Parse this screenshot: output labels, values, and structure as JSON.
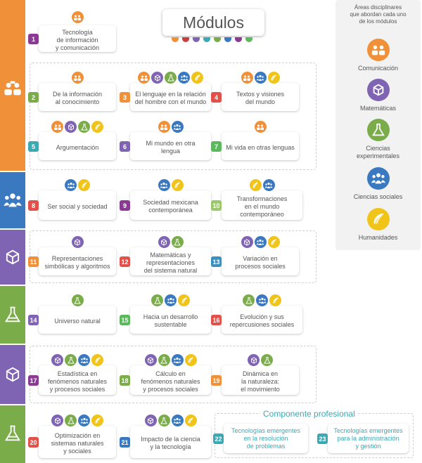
{
  "title": "Módulos",
  "colors": {
    "comunicacion": "#f0913a",
    "matematicas": "#8064b4",
    "experimentales": "#7aac4a",
    "sociales": "#3a79c0",
    "humanidades": "#f0c419",
    "profesional": "#3aa9b3",
    "tecnologia": "#8b3a94",
    "title_dots": [
      "#f0913a",
      "#c94040",
      "#8064b4",
      "#3aa9b3",
      "#7aac4a",
      "#3a79c0",
      "#8b3a94",
      "#5cb85c"
    ]
  },
  "legend": {
    "heading": "Áreas disciplinares\nque abordan cada uno\nde los módulos",
    "items": [
      {
        "key": "comunicacion",
        "label": "Comunicación",
        "icon": "people-talking-icon"
      },
      {
        "key": "matematicas",
        "label": "Matemáticas",
        "icon": "cube-icon"
      },
      {
        "key": "experimentales",
        "label": "Ciencias\nexperimentales",
        "icon": "flask-icon"
      },
      {
        "key": "sociales",
        "label": "Ciencias sociales",
        "icon": "people-group-icon"
      },
      {
        "key": "humanidades",
        "label": "Humanidades",
        "icon": "feather-icon"
      }
    ]
  },
  "profesional": {
    "title": "Componente profesional"
  },
  "modules": [
    {
      "n": "1",
      "text": "Tecnología\nde información\ny comunicación",
      "color": "#8b3a94",
      "icons": [
        "comunicacion"
      ]
    },
    {
      "n": "2",
      "text": "De la información\nal conocimiento",
      "color": "#7aac4a",
      "icons": [
        "comunicacion"
      ]
    },
    {
      "n": "3",
      "text": "El lenguaje en la relación\ndel hombre con el mundo",
      "color": "#f0913a",
      "icons": [
        "comunicacion",
        "matematicas",
        "experimentales",
        "sociales",
        "humanidades"
      ]
    },
    {
      "n": "4",
      "text": "Textos y visiones\ndel mundo",
      "color": "#e2504a",
      "icons": [
        "comunicacion",
        "sociales",
        "humanidades"
      ]
    },
    {
      "n": "5",
      "text": "Argumentación",
      "color": "#3aa9b3",
      "icons": [
        "comunicacion",
        "matematicas",
        "experimentales",
        "humanidades"
      ]
    },
    {
      "n": "6",
      "text": "Mi mundo en otra\nlengua",
      "color": "#8064b4",
      "icons": [
        "comunicacion",
        "sociales"
      ]
    },
    {
      "n": "7",
      "text": "Mi vida en otras lenguas",
      "color": "#5cb85c",
      "icons": [
        "comunicacion"
      ]
    },
    {
      "n": "8",
      "text": "Ser social y sociedad",
      "color": "#e2504a",
      "icons": [
        "sociales",
        "humanidades"
      ]
    },
    {
      "n": "9",
      "text": "Sociedad mexicana\ncontemporánea",
      "color": "#8b3a94",
      "icons": [
        "sociales",
        "humanidades"
      ]
    },
    {
      "n": "10",
      "text": "Transformaciones\nen el mundo\ncontemporáneo",
      "color": "#9ac86a",
      "icons": [
        "humanidades",
        "sociales"
      ]
    },
    {
      "n": "11",
      "text": "Representaciones\nsimbólicas y algoritmos",
      "color": "#f0913a",
      "icons": [
        "matematicas"
      ]
    },
    {
      "n": "12",
      "text": "Matemáticas y\nrepresentaciones\ndel sistema natural",
      "color": "#e2504a",
      "icons": [
        "matematicas",
        "experimentales"
      ]
    },
    {
      "n": "13",
      "text": "Variación en\nprocesos sociales",
      "color": "#3a8fc0",
      "icons": [
        "matematicas",
        "sociales",
        "humanidades"
      ]
    },
    {
      "n": "14",
      "text": "Universo natural",
      "color": "#8064b4",
      "icons": [
        "experimentales"
      ]
    },
    {
      "n": "15",
      "text": "Hacia un desarrollo\nsustentable",
      "color": "#5cb85c",
      "icons": [
        "experimentales",
        "sociales",
        "humanidades"
      ]
    },
    {
      "n": "16",
      "text": "Evolución y sus\nrepercusiones sociales",
      "color": "#e2504a",
      "icons": [
        "experimentales",
        "sociales",
        "humanidades"
      ]
    },
    {
      "n": "17",
      "text": "Estadística en\nfenómenos naturales\ny procesos sociales",
      "color": "#8b3a94",
      "icons": [
        "matematicas",
        "experimentales",
        "sociales",
        "humanidades"
      ]
    },
    {
      "n": "18",
      "text": "Cálculo en\nfenómenos naturales\ny procesos sociales",
      "color": "#7aac4a",
      "icons": [
        "matematicas",
        "experimentales",
        "sociales",
        "humanidades"
      ]
    },
    {
      "n": "19",
      "text": "Dinámica en\nla naturaleza:\nel movimiento",
      "color": "#f0913a",
      "icons": [
        "matematicas",
        "experimentales"
      ]
    },
    {
      "n": "20",
      "text": "Optimización en\nsistemas naturales\ny sociales",
      "color": "#e2504a",
      "icons": [
        "matematicas",
        "experimentales",
        "sociales",
        "humanidades"
      ]
    },
    {
      "n": "21",
      "text": "Impacto de la ciencia\ny la tecnología",
      "color": "#3a79c0",
      "icons": [
        "matematicas",
        "experimentales",
        "sociales",
        "humanidades"
      ]
    },
    {
      "n": "22",
      "text": "Tecnologías emergentes\nen la resolución\nde problemas",
      "color": "#3aa9b3",
      "icons": []
    },
    {
      "n": "23",
      "text": "Tecnologías emergentes\npara la administración\ny gestión",
      "color": "#3aa9b3",
      "icons": []
    }
  ]
}
